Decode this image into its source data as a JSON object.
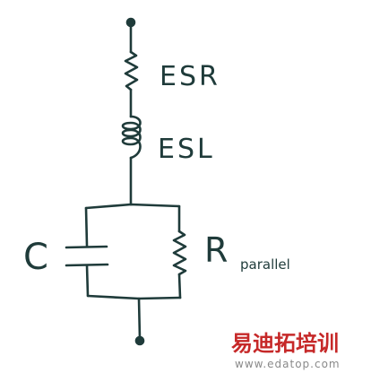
{
  "labels": {
    "esr": "ESR",
    "esl": "ESL",
    "c": "C",
    "r_main": "R",
    "r_sub": "parallel"
  },
  "watermark": {
    "brand": "易迪拓培训",
    "url": "www.edatop.com"
  },
  "colors": {
    "ink": "#1f3b3a",
    "watermark_red": "#c62828",
    "watermark_gray": "#8a8a8a"
  }
}
